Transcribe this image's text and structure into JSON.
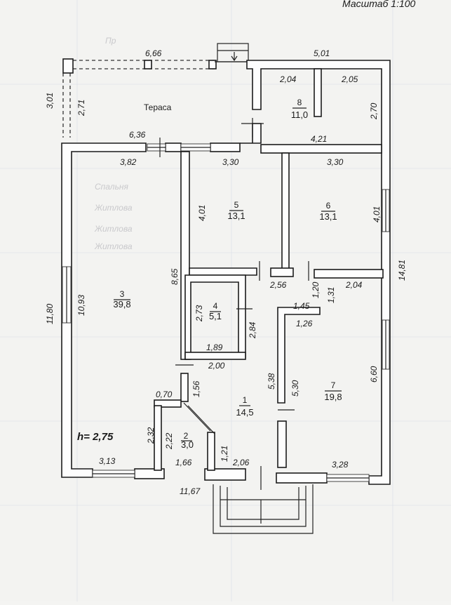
{
  "scale_label": "Масштаб 1:100",
  "height_label": "h= 2,75",
  "terrace_label": "Тераса",
  "rooms": [
    {
      "number": "1",
      "area": "14,5"
    },
    {
      "number": "2",
      "area": "3,0"
    },
    {
      "number": "3",
      "area": "39,8"
    },
    {
      "number": "4",
      "area": "5,1"
    },
    {
      "number": "5",
      "area": "13,1"
    },
    {
      "number": "6",
      "area": "13,1"
    },
    {
      "number": "7",
      "area": "19,8"
    },
    {
      "number": "8",
      "area": "11,0"
    }
  ],
  "dimensions": {
    "terrace_width": "6,66",
    "top_right_width": "5,01",
    "terrace_outer_height": "3,01",
    "terrace_inner_height": "2,71",
    "room8_left_width": "2,04",
    "room8_right_width": "2,05",
    "room8_height": "2,70",
    "room8_bottom_width": "4,21",
    "terrace_bottom_width": "6,36",
    "room3_top_width": "3,82",
    "room5_width": "3,30",
    "room6_width": "3,30",
    "room5_height": "4,01",
    "room6_height": "4,01",
    "right_outer_height": "14,81",
    "left_outer_height": "11,80",
    "room3_height": "10,93",
    "partition_height": "8,65",
    "room4_height": "2,73",
    "room4_right_height": "2,84",
    "room4_width": "1,89",
    "room4_bottom_width": "2,00",
    "hall_width": "2,56",
    "passage_height": "1,20",
    "passage_right_height": "1,31",
    "room7_top_width": "2,04",
    "passage_width": "1,45",
    "passage_lower_width": "1,26",
    "wall_segment_1": "5,38",
    "wall_segment_2": "5,30",
    "room7_height": "6,60",
    "corridor_height": "1,56",
    "door_width": "0,70",
    "room2_outer_height": "2,32",
    "room2_inner_height": "2,22",
    "hall_door_height": "1,21",
    "room3_bottom_width": "3,13",
    "room2_width": "1,66",
    "hall_bottom_width": "2,06",
    "room7_bottom_width": "3,28",
    "overall_width": "11,67"
  }
}
